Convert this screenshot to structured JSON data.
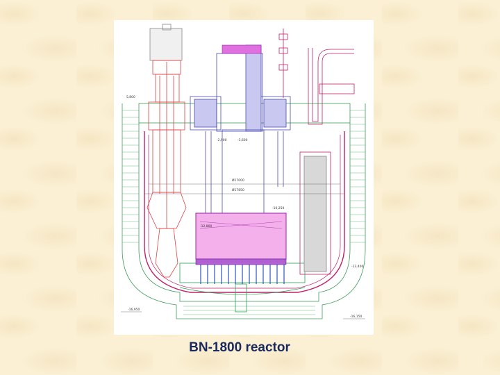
{
  "caption": "BN-1800 reactor",
  "colors": {
    "background": "#fbf0d4",
    "caption": "#1a2a5e",
    "concrete": "#3a9a5a",
    "vessel": "#c0206a",
    "pump": "#e04040",
    "core": "#f4b0ea",
    "core_outline": "#9a20a8",
    "heat_exchanger": "#4a4ab0",
    "steel": "#6a6ae0"
  },
  "dimensions": {
    "elev_top": "5,800",
    "elev_1": "-2,900",
    "elev_2": "-3,600",
    "elev_3": "-10,250",
    "elev_4": "-12,800",
    "elev_5": "-13,400",
    "elev_6": "-16,950",
    "elev_7": "-16,150",
    "dia_inner": "Ø17000",
    "dia_outer": "Ø17850"
  }
}
